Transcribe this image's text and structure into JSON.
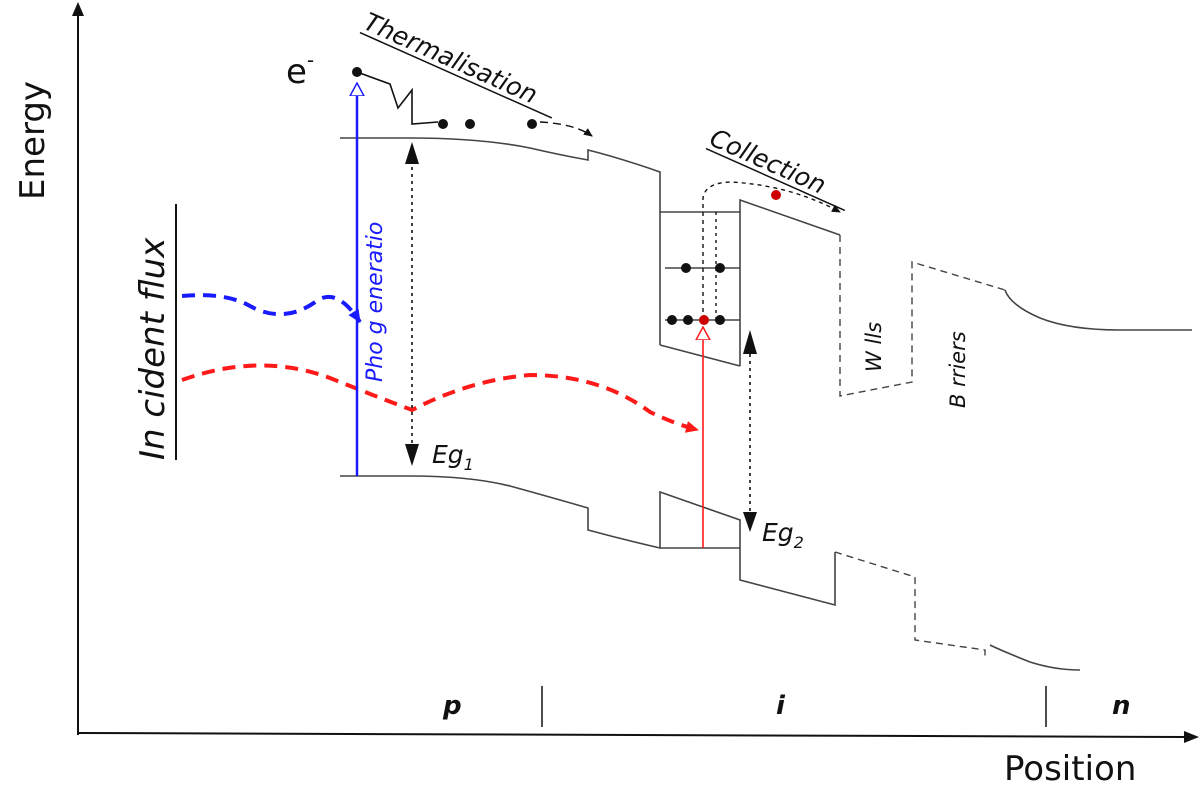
{
  "axes": {
    "y_label": "Energy",
    "x_label": "Position"
  },
  "regions": {
    "p": "p",
    "i": "i",
    "n": "n"
  },
  "labels": {
    "incident_flux": "In cident flux",
    "thermalisation": "Thermalisation",
    "collection": "Collection",
    "electron": "e",
    "electron_sup": "-",
    "photogeneration": "Pho g eneratio",
    "eg1_main": "Eg",
    "eg1_sub": "1",
    "eg2_main": "Eg",
    "eg2_sub": "2",
    "wells": "W lls",
    "barriers": "B rriers"
  },
  "colors": {
    "high_energy_photon": "#1a1aff",
    "low_energy_photon": "#ff1a1a",
    "collected_carrier": "#cc0000",
    "band_lines": "#444444"
  }
}
